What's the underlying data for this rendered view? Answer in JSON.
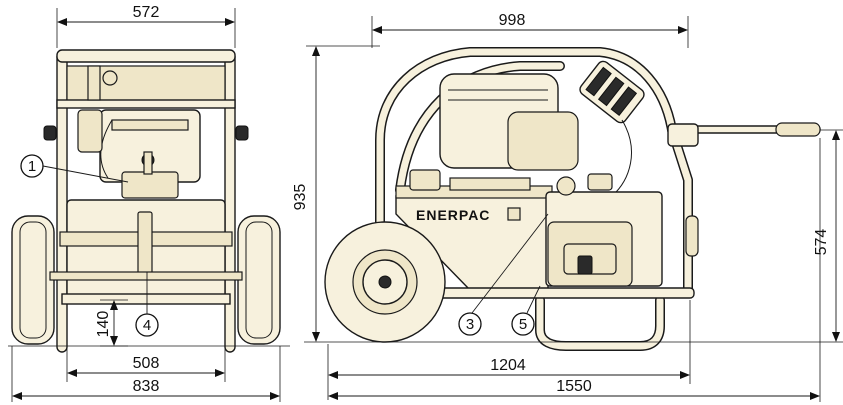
{
  "dimensions": {
    "front_top_width": "572",
    "front_wheel_track": "508",
    "front_overall_width": "838",
    "front_ground_clearance": "140",
    "side_top_length": "998",
    "side_overall_height": "935",
    "side_handle_height": "574",
    "side_frame_length": "1204",
    "side_overall_length": "1550"
  },
  "callouts": {
    "c1": "1",
    "c3": "3",
    "c4": "4",
    "c5": "5"
  },
  "labels": {
    "brand": "ENERPAC"
  },
  "icons": [
    "arrowhead",
    "wheel",
    "pump-reservoir",
    "motor-housing",
    "fuel-cap",
    "valve",
    "tow-handle"
  ],
  "colors": {
    "body": "#f7f1dd",
    "outline": "#1a1a1a"
  }
}
